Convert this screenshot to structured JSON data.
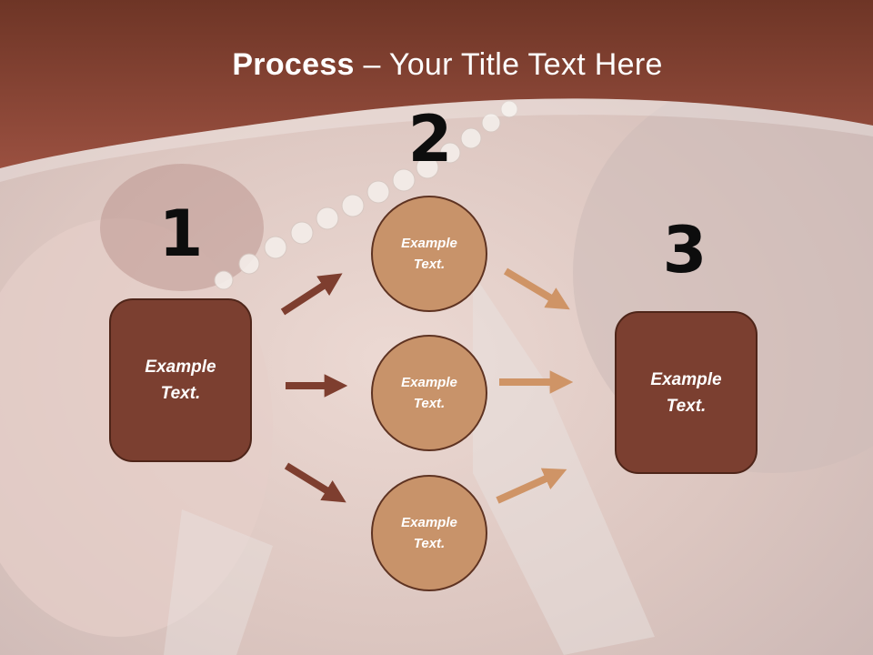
{
  "title": {
    "bold": "Process",
    "rest": " – Your Title Text Here"
  },
  "steps": [
    {
      "number": "1",
      "label_line1": "Example",
      "label_line2": "Text."
    },
    {
      "number": "2",
      "label_line1": "Example",
      "label_line2": "Text."
    },
    {
      "number": "3",
      "label_line1": "Example",
      "label_line2": "Text."
    }
  ],
  "middle": [
    {
      "label_line1": "Example",
      "label_line2": "Text."
    },
    {
      "label_line1": "Example",
      "label_line2": "Text."
    },
    {
      "label_line1": "Example",
      "label_line2": "Text."
    }
  ],
  "colors": {
    "header": "#8f4a38",
    "box": "#7b3f30",
    "circle": "#c8936a",
    "arrow_dark": "#7e3e2f",
    "arrow_light": "#cf9466"
  }
}
